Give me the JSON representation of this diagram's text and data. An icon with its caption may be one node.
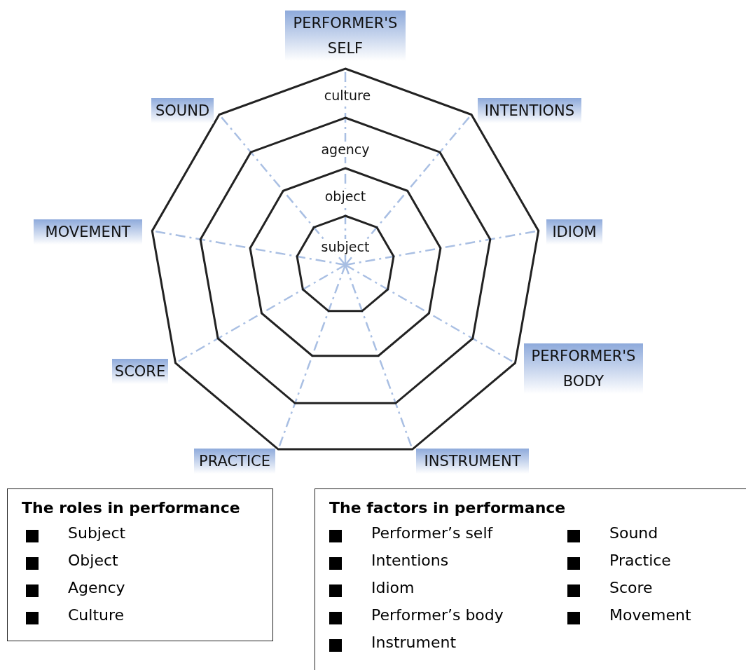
{
  "diagram": {
    "nodes": [
      {
        "text": [
          "The roles in performance",
          "Subject",
          "Object",
          "Agency",
          "Culture"
        ]
      },
      {
        "text": [
          "The factors in performance",
          "Performer’s self",
          "Intentions",
          "Idiom",
          "Performer’s body",
          "Instrument",
          "Sound",
          "Practice",
          "Score",
          "Movement"
        ]
      }
    ],
    "labels": [
      "PERFORMER'S SELF",
      "SOUND",
      "culture",
      "INTENTIONS",
      "agency",
      "object",
      "MOVEMENT",
      "IDIOM",
      "subject",
      "SCORE",
      "PERFORMER'S BODY",
      "PRACTICE",
      "INSTRUMENT"
    ]
  }
}
